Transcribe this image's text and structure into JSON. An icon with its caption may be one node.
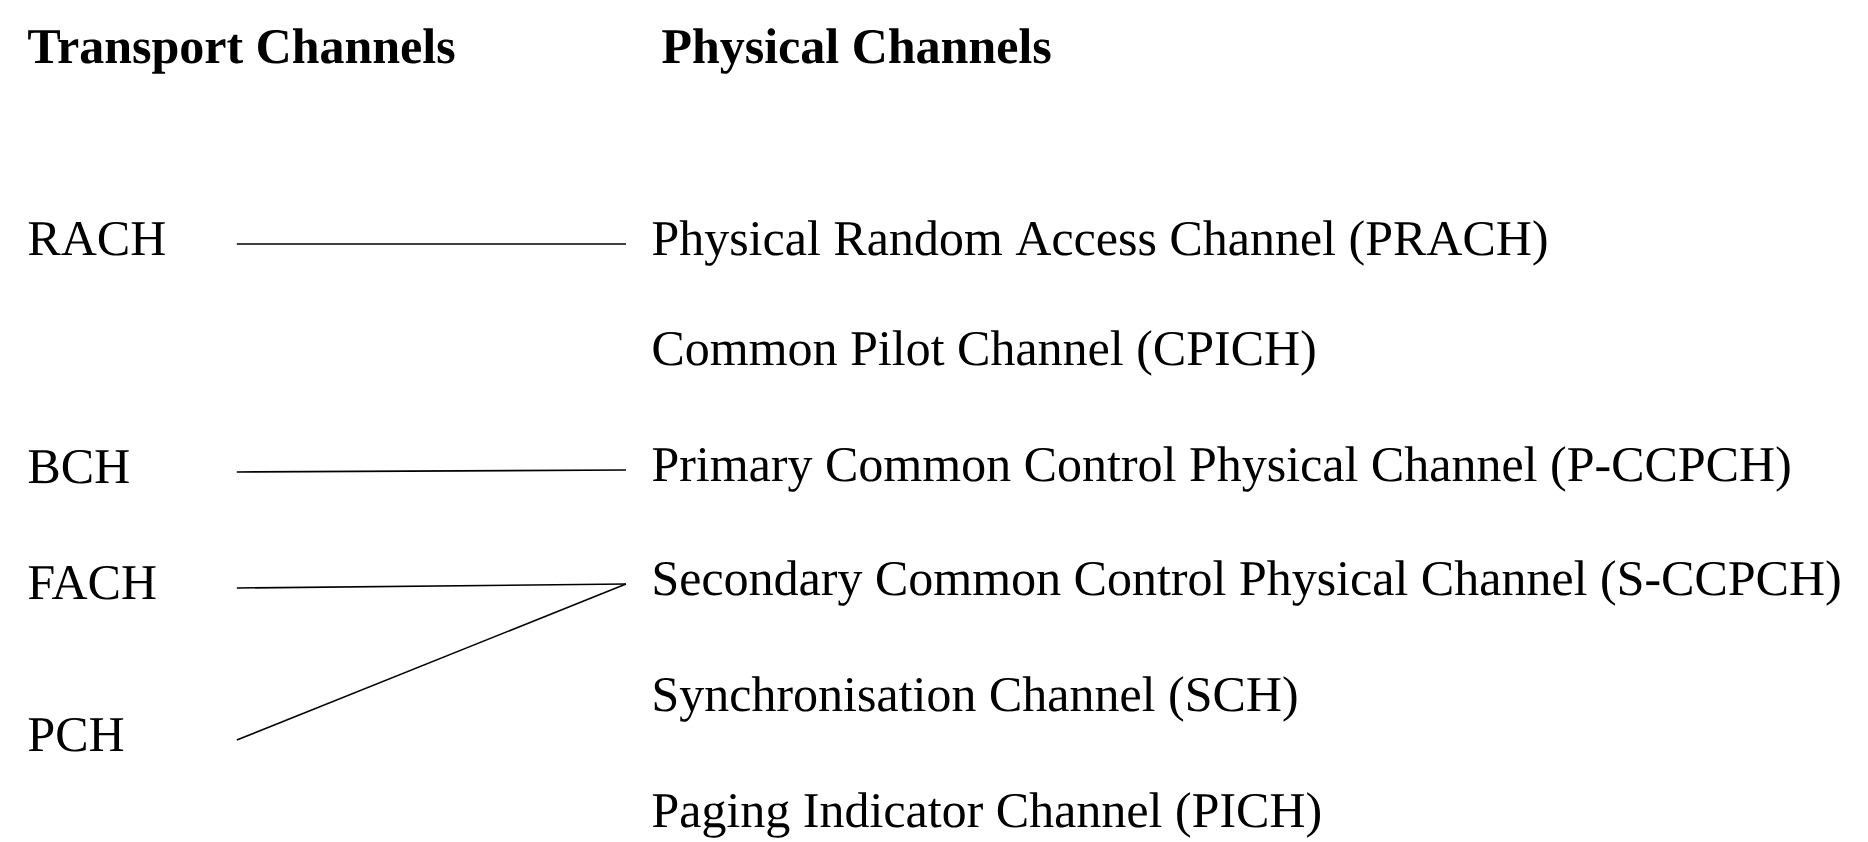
{
  "diagram": {
    "nodes": [
      {
        "text": [
          "RACH"
        ]
      },
      {
        "text": [
          "BCH"
        ]
      },
      {
        "text": [
          "FACH"
        ]
      },
      {
        "text": [
          "PCH"
        ]
      },
      {
        "text": [
          "Physical Random Access Channel (PRACH)"
        ]
      },
      {
        "text": [
          "Common Pilot Channel (CPICH)"
        ]
      },
      {
        "text": [
          "Primary Common Control Physical Channel (P-CCPCH)"
        ]
      },
      {
        "text": [
          "Secondary Common Control Physical Channel (S-CCPCH)"
        ]
      },
      {
        "text": [
          "Synchronisation Channel (SCH)"
        ]
      },
      {
        "text": [
          "Paging Indicator Channel (PICH)"
        ]
      }
    ],
    "edges": [
      {
        "from": 0,
        "to": 4,
        "arrow": "none"
      },
      {
        "from": 1,
        "to": 6,
        "arrow": "none"
      },
      {
        "from": 2,
        "to": 7,
        "arrow": "none"
      },
      {
        "from": 3,
        "to": 7,
        "arrow": "none"
      }
    ],
    "labels": [
      "Transport Channels",
      "Physical Channels"
    ]
  }
}
